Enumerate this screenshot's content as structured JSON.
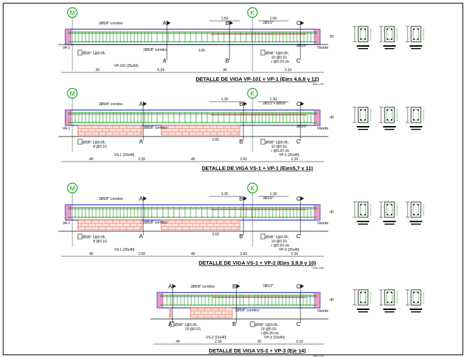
{
  "colors": {
    "rebar": "#1a9a1a",
    "brick": "#d9473a",
    "axis": "#18a018",
    "line": "#000000",
    "beam": "#2233cc"
  },
  "details": [
    {
      "title": "DETALLE DE VIGA VP-101 + VP-1 (Ejes 4,6,8 y 12)",
      "scale": "Esc 1:50",
      "axes": [
        "M",
        "K"
      ],
      "labels": {
        "top_bars": "2Ø5/8\" corridos",
        "mid_bars": "2Ø5/8\" corridos",
        "bar_c": "2Ø1/2\"",
        "bar_c2": "2Ø1/2\"",
        "left_end": "VA-1",
        "right_end": "Vborde",
        "stirrups_left": "Ø3/8\" 1@0.05,",
        "stirrups_left_2": "",
        "stirrups_right": "Ø3/8\" 1@0.05,",
        "stirrups_right_2": "10 @0.10,",
        "stirrups_right_3": "r @0.20 c/e",
        "beam_name": "VP-101 (25x50)",
        "beam_name_2": ""
      },
      "dims_top": [
        "1.50",
        "1.50"
      ],
      "dims_bottom": [
        ".30",
        "5.29",
        ".30",
        "2.10"
      ],
      "dim_mid": "2.65",
      "height": ".50"
    },
    {
      "title": "DETALLE DE VIGA VS-1 + VP-1 (Ejes5,7 y 11)",
      "scale": "",
      "axes": [
        "M",
        "K"
      ],
      "labels": {
        "top_bars": "2Ø5/8\" corridos",
        "mid_bars": "2Ø5/8\" corridos",
        "bar_c": "2Ø1/2\"+2Ø5/8\"",
        "bar_c2": "2Ø1/2\"",
        "left_end": "VA-1",
        "right_end": "Vborde",
        "stirrups_left": "Ø3/8\" 1@0.05,",
        "stirrups_left_2": "8 @0.10,",
        "stirrups_right": "Ø3/8\" 1@0.05,",
        "stirrups_right_2": "10 @0.10,",
        "stirrups_right_3": "r @0.20 c/e",
        "beam_name": "VS-1 (25x40)",
        "beam_name_2": "VP-1 (25x40)"
      },
      "dims_top": [
        "1.30",
        "1.30"
      ],
      "dims_bottom": [
        ".40",
        "2.39",
        ".40",
        "2.60",
        "2.10"
      ],
      "dim_mid": "2.60",
      "height": ".40"
    },
    {
      "title": "DETALLE DE VIGA VS-1 + VP-2 (Ejes 3,9,9 y 10)",
      "scale": "Esc 1:50",
      "axes": [
        "M",
        "K"
      ],
      "labels": {
        "top_bars": "2Ø5/8\" corridos",
        "mid_bars": "2Ø5/8\" corridos",
        "bar_c": "2Ø1/2\"",
        "bar_c2": "",
        "left_end": "VA-1",
        "right_end": "Vborde",
        "stirrups_left": "Ø3/8\" 1@0.05,",
        "stirrups_left_2": "8 @0.10,",
        "stirrups_right": "Ø3/8\" 1@0.05,",
        "stirrups_right_2": "10 @0.10,",
        "stirrups_right_3": "r @0.20 c/e",
        "beam_name": "VS-1 (25x40)",
        "beam_name_2": "VP-2 (25x40)"
      },
      "dims_top": [
        "1.30",
        "1.30"
      ],
      "dims_bottom": [
        ".40",
        "2.59",
        ".40",
        "2.60",
        "2.10"
      ],
      "dim_mid": "2.60",
      "height": ".40"
    },
    {
      "title": "DETALLE DE VIGA VS-2 + VP-3 (Eje 14)",
      "scale": "Esc 1:50",
      "axes": [],
      "labels": {
        "top_bars": "2Ø5/8\" corridos",
        "mid_bars": "2Ø5/8\" corridos",
        "bar_c": "2Ø1/2\"",
        "bar_c2": "",
        "left_end": "",
        "right_end": "Vborde",
        "stirrups_left": "Ø3/8\" 1@0.05,",
        "stirrups_left_2": "10 @0.10,",
        "stirrups_right": "Ø3/8\" 1@0.05,",
        "stirrups_right_2": "10 @0.10,",
        "stirrups_right_3": "r @0.20 c/e",
        "beam_name": "VS-2 (15x40)",
        "beam_name_2": "VP-3 (15x40)"
      },
      "dims_top": [],
      "dims_bottom": [
        ".40",
        "2.30",
        ".30",
        "2.10"
      ],
      "dim_mid": "",
      "height": ".40"
    }
  ],
  "section_letters": [
    "A",
    "B",
    "C"
  ]
}
